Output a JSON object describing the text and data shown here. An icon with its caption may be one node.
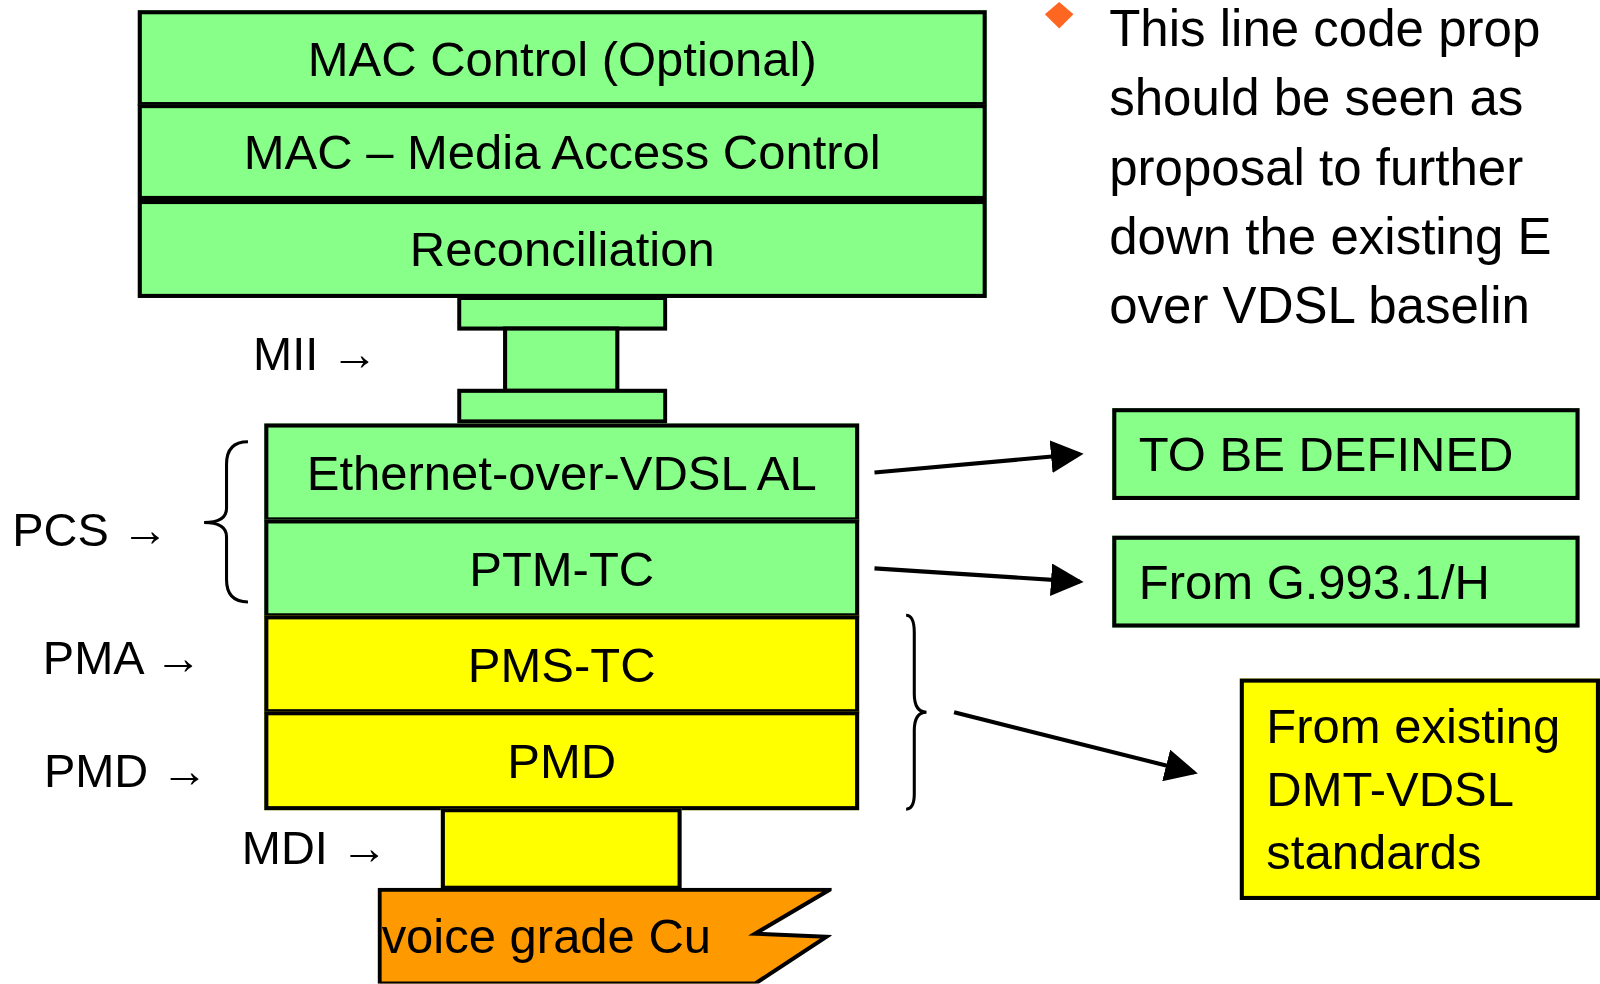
{
  "diagram": {
    "nodes": [
      {
        "text": [
          "MAC Control (Optional)"
        ]
      },
      {
        "text": [
          "MAC – Media Access Control"
        ]
      },
      {
        "text": [
          "Reconciliation"
        ]
      },
      {
        "text": [],
        "shape": "box"
      },
      {
        "text": [
          "Ethernet-over-VDSL AL"
        ]
      },
      {
        "text": [
          "PTM-TC"
        ]
      },
      {
        "text": [
          "PMS-TC"
        ]
      },
      {
        "text": [
          "PMD"
        ]
      },
      {
        "text": [],
        "shape": "box"
      },
      {
        "text": [
          "voice grade Cu"
        ]
      },
      {
        "text": [
          "TO BE DEFINED"
        ]
      },
      {
        "text": [
          "From G.993.1/H"
        ]
      },
      {
        "text": [
          "From existing DMT-VDSL standards"
        ]
      }
    ],
    "edges": [
      {
        "from": 4,
        "to": 10,
        "arrow": "to"
      },
      {
        "from": 5,
        "to": 11,
        "arrow": "to"
      },
      {
        "from": null,
        "to": 12,
        "arrow": "to"
      }
    ],
    "labels": [
      "This line code prop should be seen as proposal to further down the existing E over VDSL baselin",
      "MII →",
      "PCS →",
      "PMA →",
      "PMD →",
      "MDI →"
    ]
  }
}
